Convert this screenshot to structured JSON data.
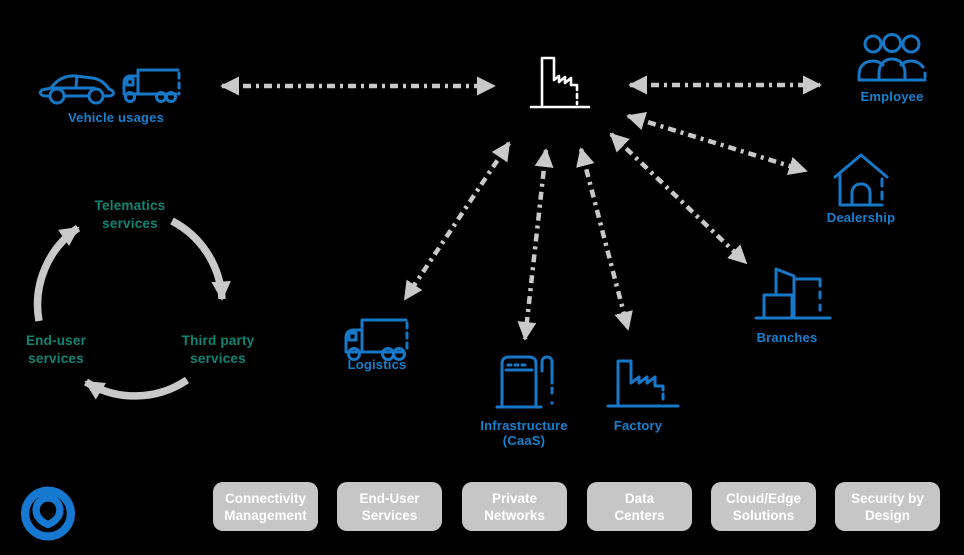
{
  "diagram_title": "",
  "hub": {
    "icon": "factory-hub-icon"
  },
  "nodes": {
    "vehicle_usages": {
      "label": "Vehicle usages",
      "icons": [
        "car-icon",
        "truck-icon"
      ]
    },
    "employee": {
      "label": "Employee",
      "icon": "people-group-icon"
    },
    "dealership": {
      "label": "Dealership",
      "icon": "house-icon"
    },
    "branches": {
      "label": "Branches",
      "icon": "buildings-icon"
    },
    "logistics": {
      "label": "Logistics",
      "icon": "truck-icon"
    },
    "infrastructure": {
      "label": "Infrastructure\n(CaaS)",
      "icon": "fuel-pump-icon"
    },
    "factory": {
      "label": "Factory",
      "icon": "factory-icon"
    }
  },
  "cycle": {
    "items": [
      {
        "label": "Telematics\nservices"
      },
      {
        "label": "Third party\nservices"
      },
      {
        "label": "End-user\nservices"
      }
    ]
  },
  "footer": {
    "logo": "ntt-logo",
    "buttons": [
      {
        "label": "Connectivity\nManagement"
      },
      {
        "label": "End-User\nServices"
      },
      {
        "label": "Private\nNetworks"
      },
      {
        "label": "Data\nCenters"
      },
      {
        "label": "Cloud/Edge\nSolutions"
      },
      {
        "label": "Security by\nDesign"
      }
    ]
  },
  "colors": {
    "background": "#000000",
    "icon_blue": "#1878C8",
    "label_blue": "#1781D0",
    "logo_blue": "#1778D2",
    "cycle_green": "#0F8673",
    "arrow_gray": "#C9C9C9",
    "hub_white": "#FFFFFF",
    "chip_bg": "#C6C6C6",
    "chip_text": "#FFFFFF"
  }
}
